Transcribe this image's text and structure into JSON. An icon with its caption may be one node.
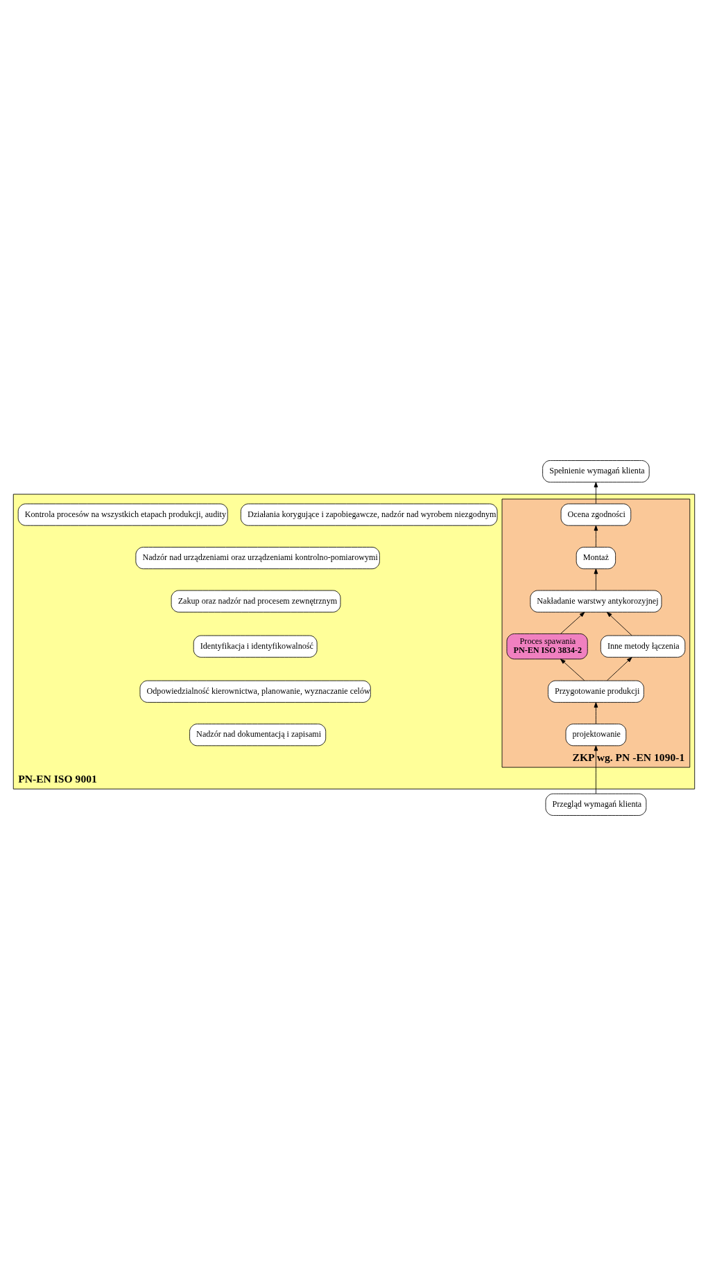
{
  "diagram": {
    "nodes": [
      {
        "text": [
          "Przegląd wymagań klienta"
        ]
      },
      {
        "text": [
          "PN-EN ISO 9001"
        ]
      },
      {
        "text": [
          "Nadzór nad dokumentacją i zapisami"
        ],
        "in": 1
      },
      {
        "text": [
          "Odpowiedzialność kierownictwa, planowanie, wyznaczanie celów"
        ],
        "in": 1
      },
      {
        "text": [
          "ZKP wg. PN -EN 1090-1"
        ],
        "in": 1
      },
      {
        "text": [
          "projektowanie"
        ],
        "in": 4
      },
      {
        "text": [
          "Przygotowanie produkcji"
        ],
        "in": 4
      },
      {
        "text": [
          "Proces spawania",
          "PN-EN ISO 3834-2"
        ],
        "in": 4
      },
      {
        "text": [
          "Inne metody łączenia"
        ],
        "in": 4
      },
      {
        "text": [
          "Nakładanie warstwy antykorozyjnej"
        ],
        "in": 4
      },
      {
        "text": [
          "Montaż"
        ],
        "in": 4
      },
      {
        "text": [
          "Ocena zgodności"
        ],
        "in": 4
      },
      {
        "text": [
          "Identyfikacja i identyfikowalność"
        ],
        "in": 1
      },
      {
        "text": [
          "Zakup oraz nadzór nad procesem zewnętrznym"
        ],
        "in": 1
      },
      {
        "text": [
          "Nadzór nad urządzeniami oraz urządzeniami kontrolno-pomiarowymi"
        ],
        "in": 1
      },
      {
        "text": [
          "Działania korygujące i zapobiegawcze, nadzór nad wyrobem niezgodnym"
        ],
        "in": 1
      },
      {
        "text": [
          "Kontrola procesów na wszystkich etapach produkcji, audity"
        ],
        "in": 1
      },
      {
        "text": [
          "Spełnienie wymagań klienta"
        ]
      }
    ],
    "edges": [
      {
        "from": 0,
        "to": 5,
        "arrow": "to"
      },
      {
        "from": 5,
        "to": 6,
        "arrow": "to"
      },
      {
        "from": 6,
        "to": 7,
        "arrow": "to"
      },
      {
        "from": 6,
        "to": 8,
        "arrow": "to"
      },
      {
        "from": 7,
        "to": 9,
        "arrow": "to"
      },
      {
        "from": 8,
        "to": 9,
        "arrow": "to"
      },
      {
        "from": 9,
        "to": 10,
        "arrow": "to"
      },
      {
        "from": 10,
        "to": 11,
        "arrow": "to"
      },
      {
        "from": 11,
        "to": 17,
        "arrow": "to"
      }
    ]
  }
}
